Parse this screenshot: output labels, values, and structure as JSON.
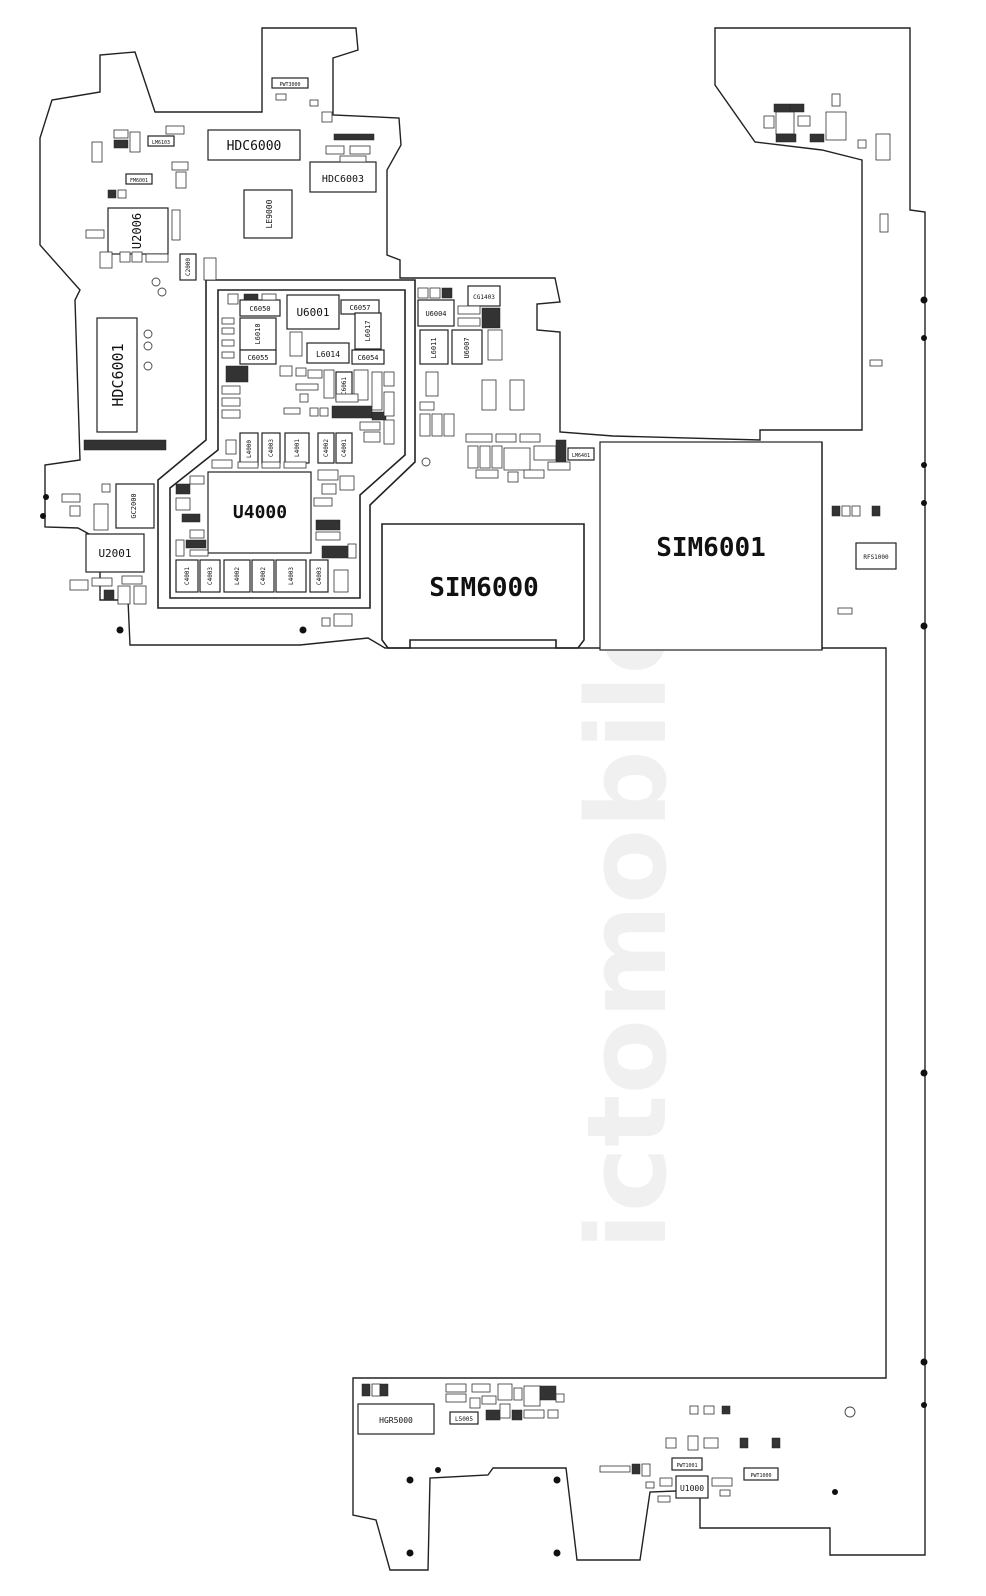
{
  "components": {
    "sim6001": "SIM6001",
    "sim6000": "SIM6000",
    "u4000": "U4000",
    "u2006": "U2006",
    "u2001": "U2001",
    "u6001": "U6001",
    "u6004": "U6004",
    "u6007": "U6007",
    "u1000": "U1000",
    "hdc6000": "HDC6000",
    "hdc6001": "HDC6001",
    "hdc6003": "HDC6003",
    "le9000": "LE9000",
    "hgr5000": "HGR5000",
    "rfs1000": "RFS1000",
    "gc2000": "GC2000",
    "c2000": "C2000",
    "c6050": "C6050",
    "c6057": "C6057",
    "c6055": "C6055",
    "c6054": "C6054",
    "l6014": "L6014",
    "l6017": "L6017",
    "l6010": "L6010",
    "l6011": "L6011",
    "c6061": "C6061",
    "c4003": "C4003",
    "c4001": "C4001",
    "l4000": "L4000",
    "l4001": "L4001",
    "l4002": "L4002",
    "l4003": "L4003",
    "c4002": "C4002",
    "l5005": "L5005",
    "pwt1001": "PWT1001",
    "pwt1000": "PWT1000",
    "pwt3000": "PWT3000",
    "cg1403": "CG1403",
    "fm6001": "FM6001",
    "lm6103": "LM6103",
    "lm6401": "LM6401"
  },
  "watermark": "ictomobile",
  "colors": {
    "line": "#222222",
    "part_dark": "#333333",
    "background": "#ffffff"
  }
}
